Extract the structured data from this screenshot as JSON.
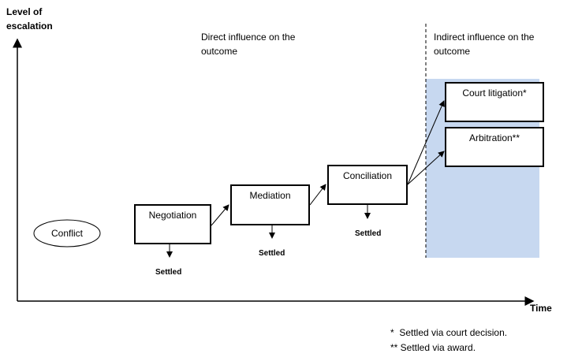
{
  "axes": {
    "y_label": "Level of escalation",
    "x_label": "Time"
  },
  "zones": {
    "direct": "Direct influence on the outcome",
    "indirect": "Indirect influence on the outcome"
  },
  "stages": {
    "conflict": "Conflict",
    "negotiation": "Negotiation",
    "mediation": "Mediation",
    "conciliation": "Conciliation",
    "court_litigation": "Court litigation*",
    "arbitration": "Arbitration**"
  },
  "settled_label": "Settled",
  "footnotes": {
    "note1": "*  Settled via court decision.",
    "note2": "** Settled via award."
  },
  "colors": {
    "indirect_zone_fill": "#c7d8f0"
  }
}
